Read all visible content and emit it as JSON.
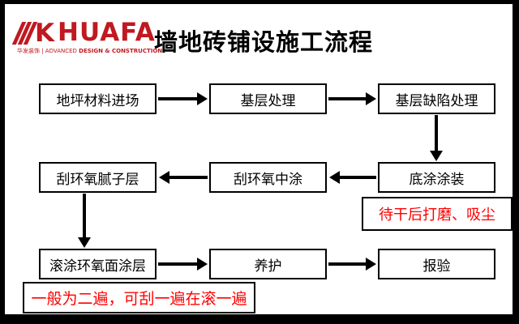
{
  "header": {
    "logo": {
      "mark": "K",
      "brand": "HUAFA",
      "tagline_cn": "华发装饰",
      "tagline_mid": " | ADVANCED ",
      "tagline_bold": "DESIGN & CONSTRUCTION"
    },
    "title": "墙地砖铺设施工流程"
  },
  "flowchart": {
    "nodes": [
      {
        "label": "地坪材料进场"
      },
      {
        "label": "基层处理"
      },
      {
        "label": "基层缺陷处理"
      },
      {
        "label": "底涂涂装"
      },
      {
        "label": "刮环氧中涂"
      },
      {
        "label": "刮环氧腻子层"
      },
      {
        "label": "滚涂环氧面涂层"
      },
      {
        "label": "养护"
      },
      {
        "label": "报验"
      }
    ],
    "notes": [
      {
        "text": "待干后打磨、吸尘"
      },
      {
        "text": "一般为二遍，可刮一遍在滚一遍"
      }
    ]
  },
  "colors": {
    "brand_red": "#C01920",
    "note_red": "#FF0000",
    "box_border": "#000000",
    "frame": "#000000"
  }
}
